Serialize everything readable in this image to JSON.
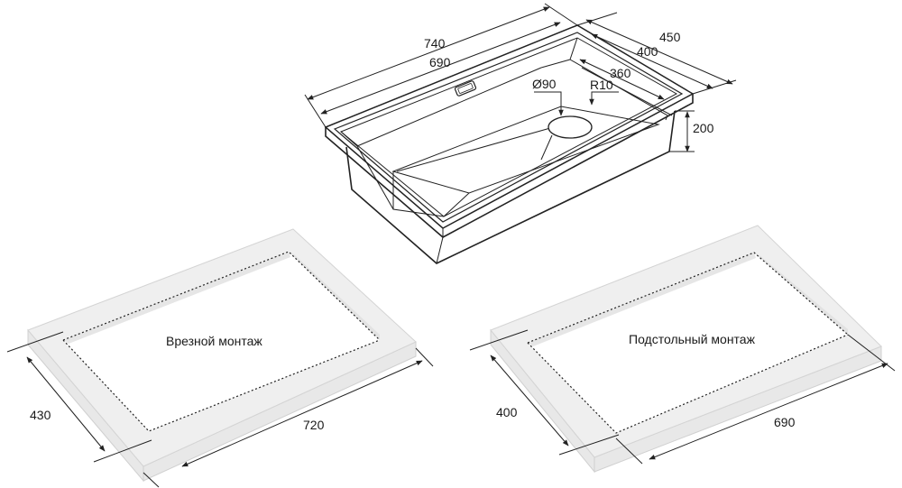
{
  "sink": {
    "dims": {
      "outer_length": "740",
      "inner_length": "690",
      "outer_width": "450",
      "inner_width": "400",
      "bowl_depth_edge": "360",
      "drain_diameter": "Ø90",
      "corner_radius": "R10",
      "depth": "200"
    }
  },
  "cutout_flush": {
    "caption": "Врезной монтаж",
    "width_label": "430",
    "length_label": "720"
  },
  "cutout_under": {
    "caption": "Подстольный монтаж",
    "width_label": "400",
    "length_label": "690"
  }
}
